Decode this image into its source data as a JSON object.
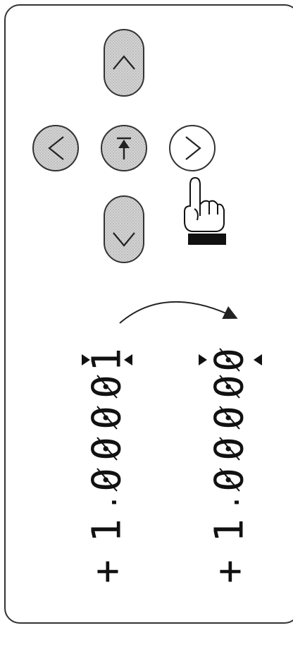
{
  "keypad": {
    "up_icon": "chevron-up-icon",
    "down_icon": "chevron-down-icon",
    "left_icon": "chevron-left-icon",
    "right_icon": "chevron-right-icon",
    "center_icon": "cursor-home-icon",
    "hand_icon": "pointing-hand-icon",
    "button_fill": "#c8c8c8",
    "line_color": "#222222"
  },
  "display_before": {
    "characters": [
      "+",
      "1",
      ".",
      "0",
      "0",
      "0",
      "0",
      "1"
    ],
    "cursor_index": 7
  },
  "display_after": {
    "characters": [
      "+",
      "1",
      ".",
      "0",
      "0",
      "0",
      "0",
      "0"
    ],
    "cursor_index": 7
  }
}
